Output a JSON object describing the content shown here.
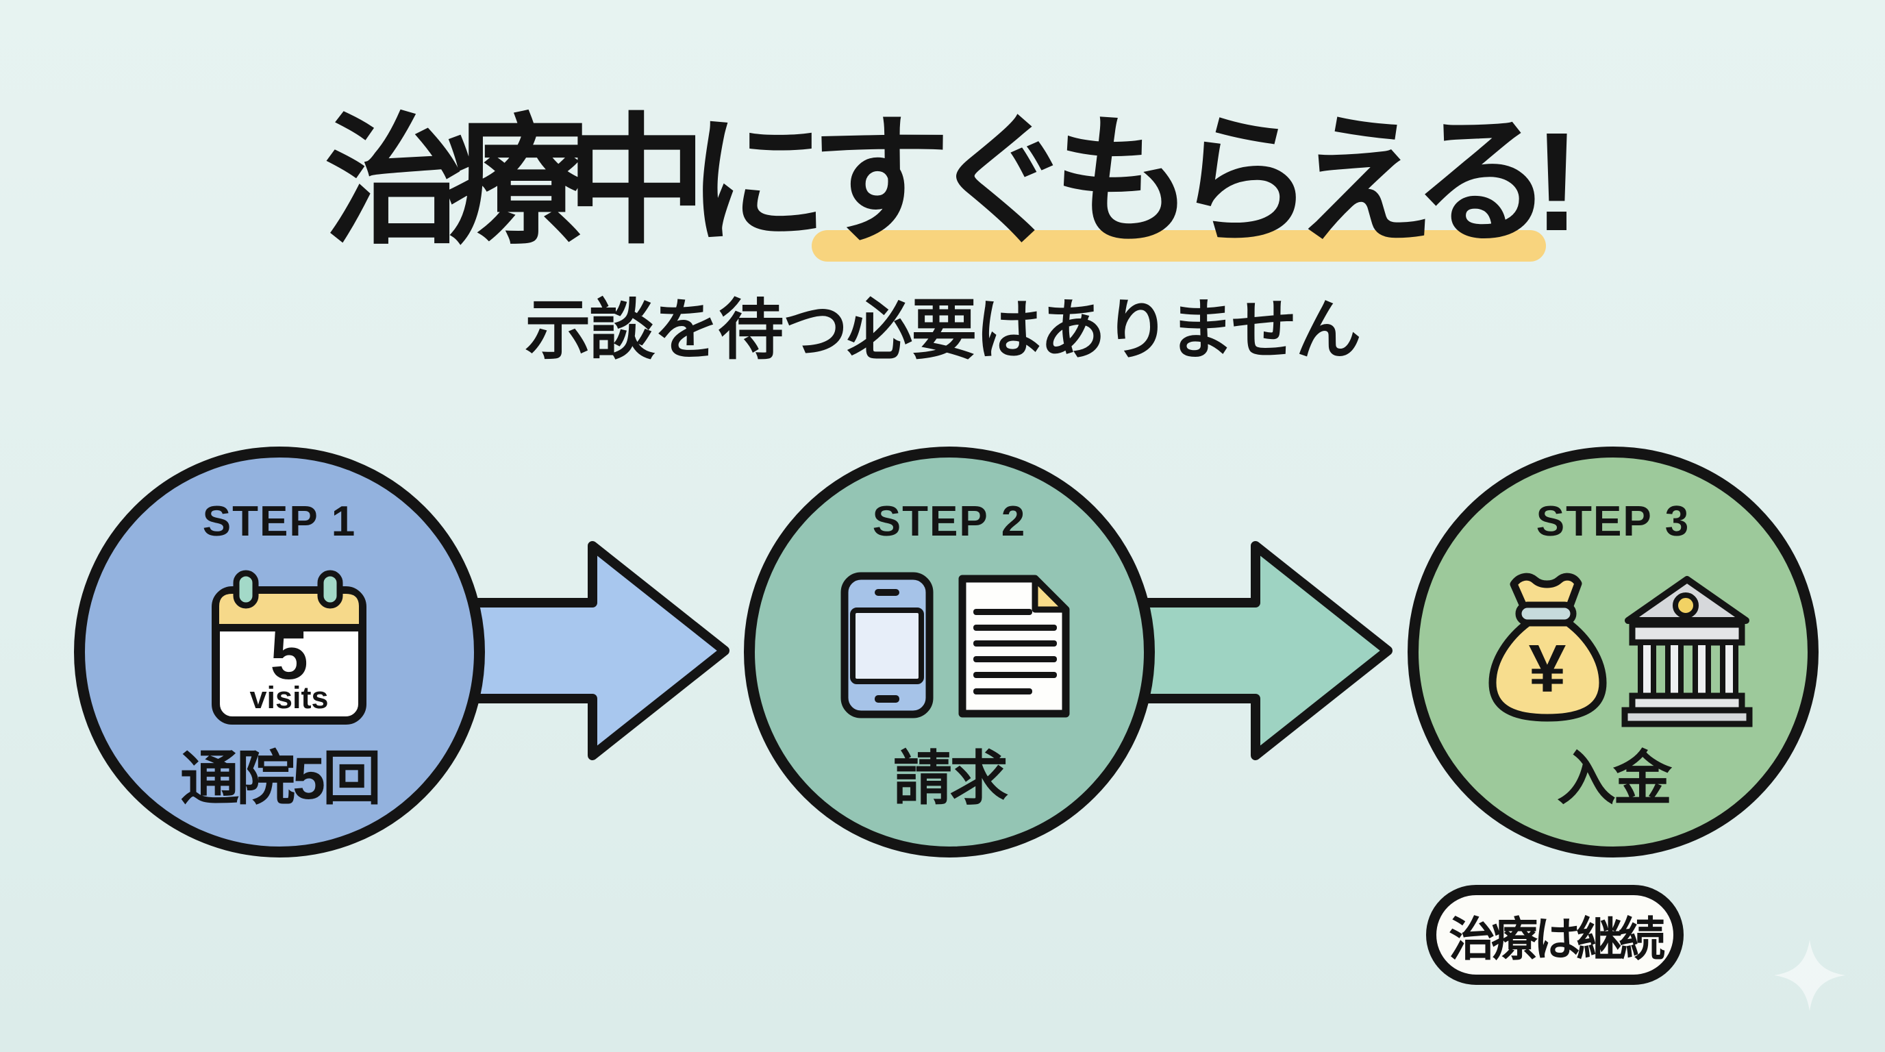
{
  "title": {
    "plain": "治療中に",
    "highlight": "すぐもらえる!"
  },
  "subtitle": "示談を待つ必要はありません",
  "steps": [
    {
      "label": "STEP 1",
      "caption": "通院5回",
      "icon": "calendar-icon",
      "calendar_number": "5",
      "calendar_unit": "visits",
      "circle_color": "#93b2de"
    },
    {
      "label": "STEP 2",
      "caption": "請求",
      "icons": [
        "smartphone-icon",
        "document-icon"
      ],
      "circle_color": "#94c5b4"
    },
    {
      "label": "STEP 3",
      "caption": "入金",
      "icons": [
        "money-bag-icon",
        "bank-icon"
      ],
      "currency_symbol": "¥",
      "circle_color": "#9dc99b"
    }
  ],
  "arrows": [
    {
      "direction": "right",
      "color": "#a8c7ee"
    },
    {
      "direction": "right",
      "color": "#9ed3c2"
    }
  ],
  "note": {
    "text": "治療は継続"
  },
  "decor": {
    "sparkle": "sparkle-icon"
  },
  "colors": {
    "background": "#e2f0ee",
    "outline": "#141414",
    "title_underline": "#f8d47e",
    "calendar_header": "#f6d98a",
    "calendar_rings": "#a3d9c8",
    "phone_body": "#a6c3e8",
    "phone_screen": "#e7eef9",
    "document_fold": "#f8dc8a",
    "money_bag": "#f7dd8e",
    "bag_band": "#c6dbdc",
    "bank_gray": "#d6d8db",
    "bank_dot": "#f2d264",
    "note_bg": "#fcfcf8"
  }
}
